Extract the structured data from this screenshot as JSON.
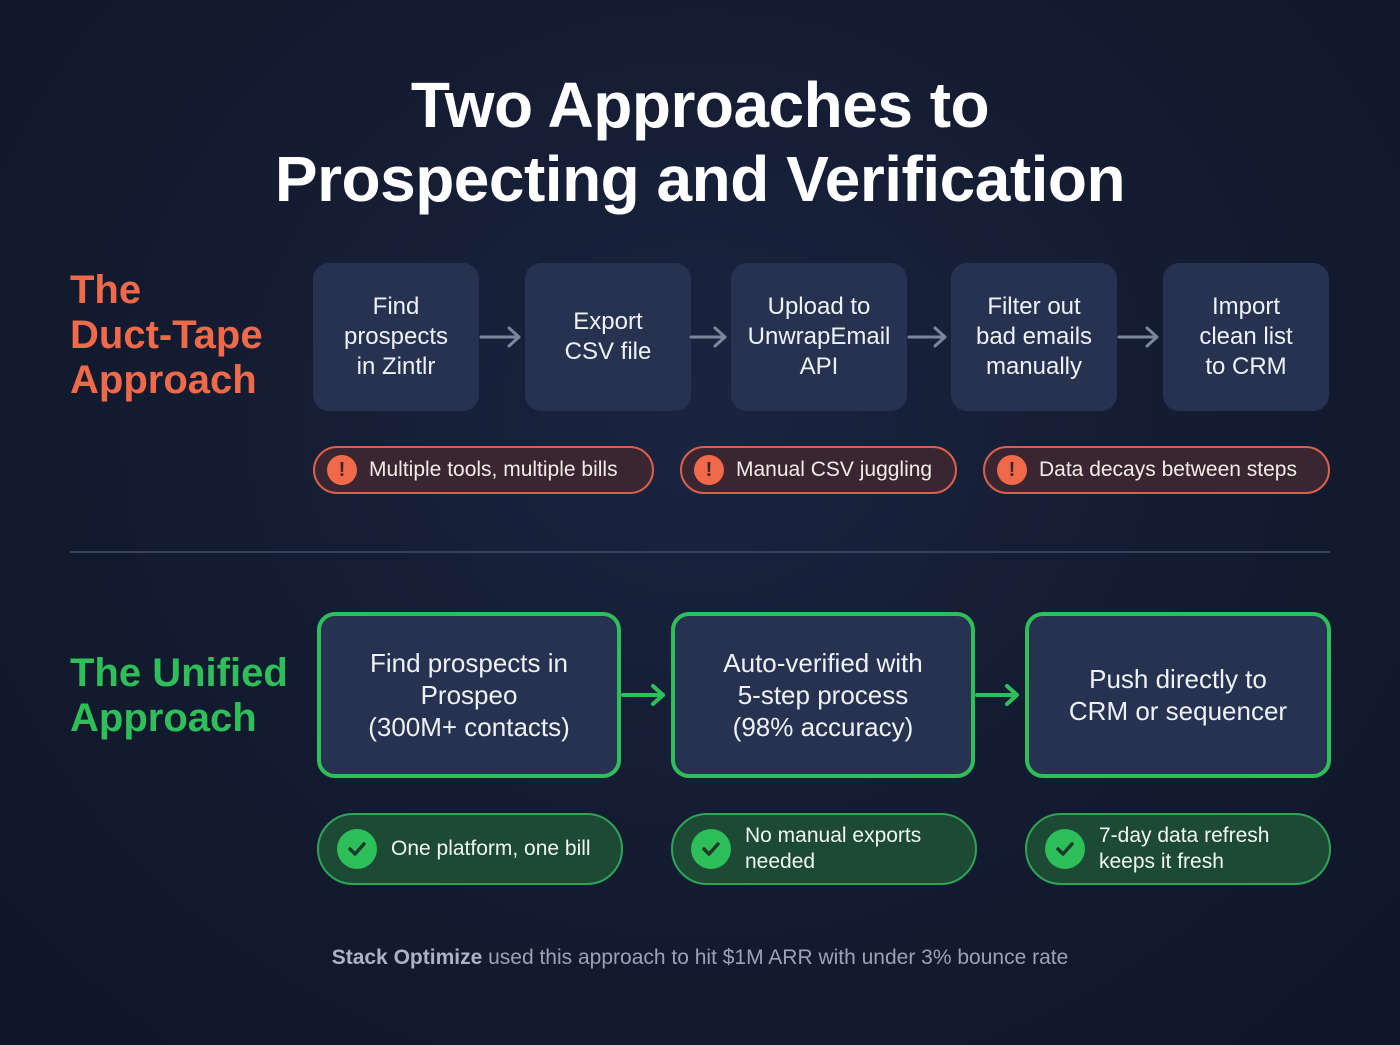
{
  "title": {
    "line1": "Two Approaches to",
    "line2": "Prospecting and Verification"
  },
  "colors": {
    "background": "#131b30",
    "duct_accent": "#f06a4a",
    "unified_accent": "#2fbf5a",
    "box_fill": "#26324f"
  },
  "duct_tape": {
    "label": {
      "line1": "The",
      "line2": "Duct-Tape",
      "line3": "Approach"
    },
    "steps": [
      {
        "lines": [
          "Find",
          "prospects",
          "in Zintlr"
        ]
      },
      {
        "lines": [
          "Export",
          "CSV file"
        ]
      },
      {
        "lines": [
          "Upload to",
          "UnwrapEmail",
          "API"
        ]
      },
      {
        "lines": [
          "Filter out",
          "bad emails",
          "manually"
        ]
      },
      {
        "lines": [
          "Import",
          "clean list",
          "to CRM"
        ]
      }
    ],
    "problems": [
      {
        "icon": "warning-icon",
        "text": "Multiple tools, multiple bills"
      },
      {
        "icon": "warning-icon",
        "text": "Manual CSV juggling"
      },
      {
        "icon": "warning-icon",
        "text": "Data decays between steps"
      }
    ]
  },
  "unified": {
    "label": {
      "line1": "The Unified",
      "line2": "Approach"
    },
    "steps": [
      {
        "lines": [
          "Find prospects in",
          "Prospeo",
          "(300M+ contacts)"
        ]
      },
      {
        "lines": [
          "Auto-verified with",
          "5-step process",
          "(98% accuracy)"
        ]
      },
      {
        "lines": [
          "Push directly to",
          "CRM or sequencer"
        ]
      }
    ],
    "benefits": [
      {
        "icon": "checkmark-icon",
        "lines": [
          "One platform, one bill"
        ]
      },
      {
        "icon": "checkmark-icon",
        "lines": [
          "No manual exports",
          "needed"
        ]
      },
      {
        "icon": "checkmark-icon",
        "lines": [
          "7-day data refresh",
          "keeps it fresh"
        ]
      }
    ]
  },
  "footer": {
    "bold": "Stack Optimize",
    "rest": " used this approach to hit $1M ARR with under 3% bounce rate"
  }
}
